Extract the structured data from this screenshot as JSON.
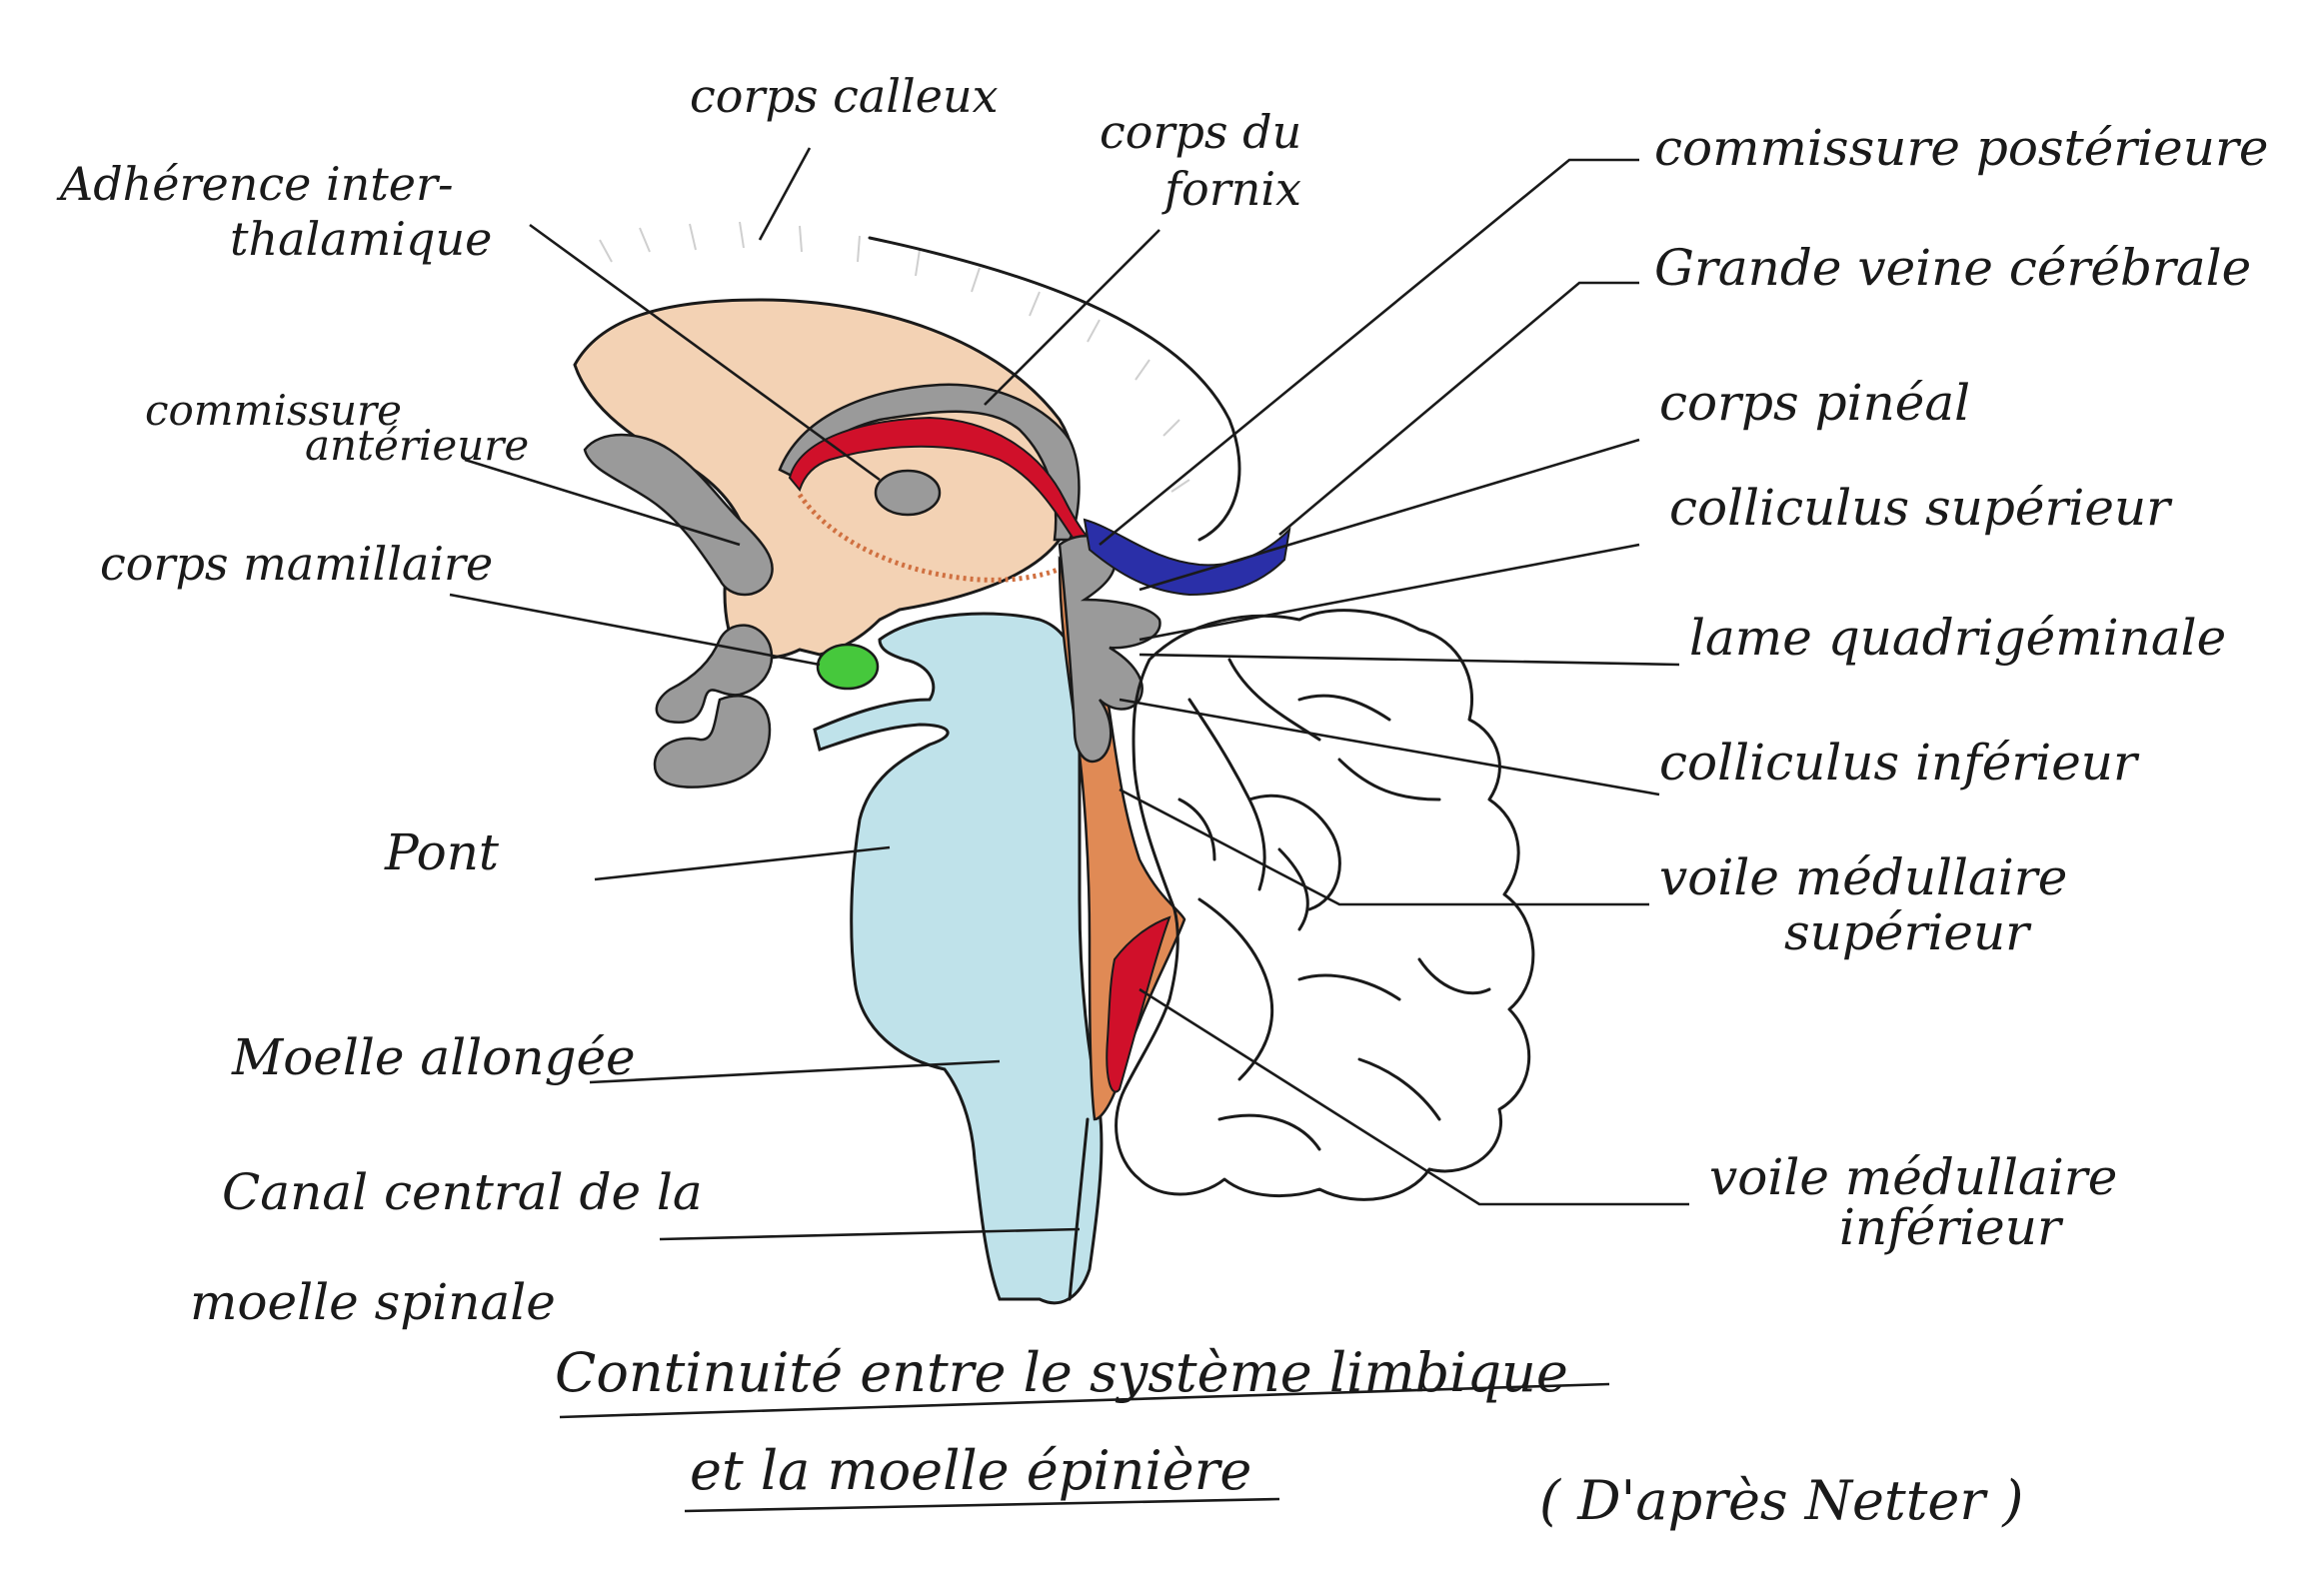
{
  "labels": {
    "corps_calleux": "corps calleux",
    "corps_du_fornix_1": "corps du",
    "corps_du_fornix_2": "fornix",
    "adherence_1": "Adhérence inter-",
    "adherence_2": "thalamique",
    "commissure_anterieure_1": "commissure",
    "commissure_anterieure_2": "antérieure",
    "corps_mamillaire": "corps mamillaire",
    "pont": "Pont",
    "moelle_allongee": "Moelle allongée",
    "canal_central_1": "Canal central de la",
    "canal_central_2": "moelle spinale",
    "commissure_posterieure": "commissure postérieure",
    "grande_veine_cerebrale": "Grande veine cérébrale",
    "corps_pineal": "corps pinéal",
    "colliculus_superieur": "colliculus supérieur",
    "lame_quadrigeminale": "lame quadrigéminale",
    "colliculus_inferieur": "colliculus inférieur",
    "voile_medullaire_sup_1": "voile médullaire",
    "voile_medullaire_sup_2": "supérieur",
    "voile_medullaire_inf_1": "voile médullaire",
    "voile_medullaire_inf_2": "inférieur"
  },
  "caption": {
    "line1": "Continuité entre le système limbique",
    "line2": "et la moelle épinière"
  },
  "credit": "( D'après Netter )",
  "colors": {
    "diencephalon": "#f3d2b4",
    "brainstem": "#bfe2ea",
    "ventricle_gray": "#9a9a9a",
    "fornix_red": "#d0102a",
    "vein_blue": "#2a2fa8",
    "mamillary_green": "#46c83c",
    "aqueduct_orange": "#e08a55",
    "ink": "#1a1a1a"
  }
}
